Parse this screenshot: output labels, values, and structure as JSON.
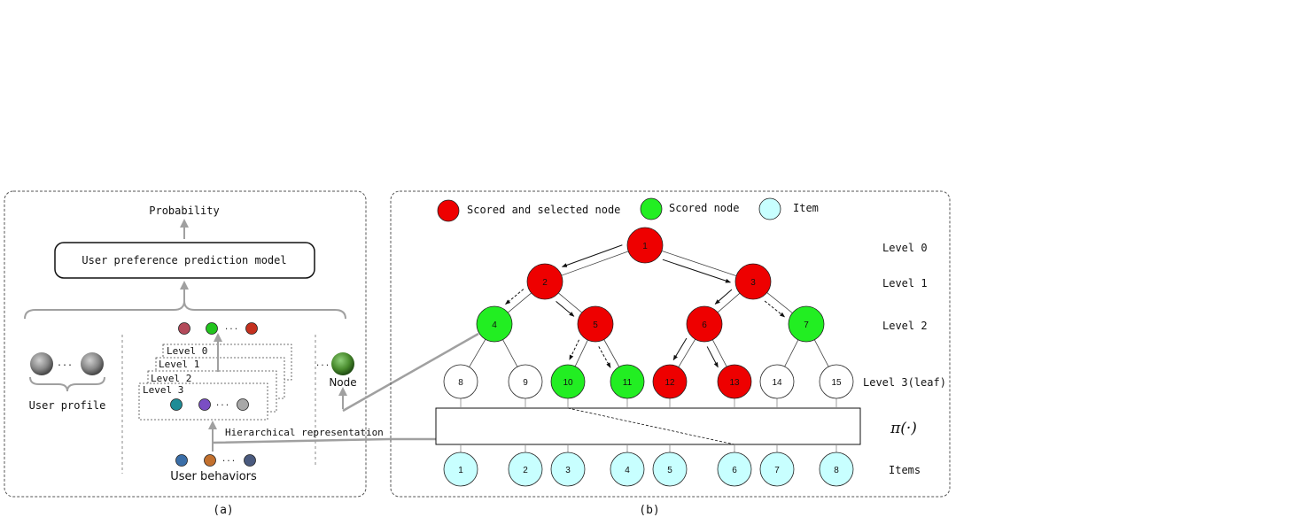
{
  "panel_a": {
    "caption": "(a)",
    "probability_label": "Probability",
    "model_label": "User preference prediction model",
    "user_profile_label": "User profile",
    "user_profile_ellipsis": "...",
    "level_labels": [
      "Level 0",
      "Level 1",
      "Level 2",
      "Level 3"
    ],
    "hier_ellipsis": "...",
    "hierarchical_label": "Hierarchical representation",
    "user_behaviors_label": "User behaviors",
    "behaviors_ellipsis": "...",
    "node_label": "Node",
    "node_ellipsis": "...",
    "top_dot_colors": [
      "#b34a5a",
      "#22c41e",
      "#c4301e"
    ],
    "bottom_dot_colors": [
      "#1e8c96",
      "#7a4ec4",
      "#a8a8a8"
    ],
    "behavior_dot_colors": [
      "#3a6ea8",
      "#c2702e",
      "#4a5a7e"
    ]
  },
  "panel_b": {
    "caption": "(b)",
    "legend": [
      {
        "label": "Scored and selected node",
        "color": "#ee0000"
      },
      {
        "label": "Scored node",
        "color": "#22ee22"
      },
      {
        "label": "Item",
        "color": "#c8ffff"
      }
    ],
    "level_labels": [
      "Level 0",
      "Level 1",
      "Level 2",
      "Level 3(leaf)"
    ],
    "pi_label": "π(·)",
    "items_label": "Items",
    "tree_nodes": [
      {
        "id": "1",
        "state": "selected"
      },
      {
        "id": "2",
        "state": "selected"
      },
      {
        "id": "3",
        "state": "selected"
      },
      {
        "id": "4",
        "state": "scored"
      },
      {
        "id": "5",
        "state": "selected"
      },
      {
        "id": "6",
        "state": "selected"
      },
      {
        "id": "7",
        "state": "scored"
      },
      {
        "id": "8",
        "state": "none"
      },
      {
        "id": "9",
        "state": "none"
      },
      {
        "id": "10",
        "state": "scored"
      },
      {
        "id": "11",
        "state": "scored"
      },
      {
        "id": "12",
        "state": "selected"
      },
      {
        "id": "13",
        "state": "selected"
      },
      {
        "id": "14",
        "state": "none"
      },
      {
        "id": "15",
        "state": "none"
      }
    ],
    "items": [
      "1",
      "2",
      "3",
      "4",
      "5",
      "6",
      "7",
      "8"
    ],
    "colors": {
      "selected": "#ee0000",
      "scored": "#22ee22",
      "none": "#ffffff",
      "item": "#c8ffff"
    }
  }
}
